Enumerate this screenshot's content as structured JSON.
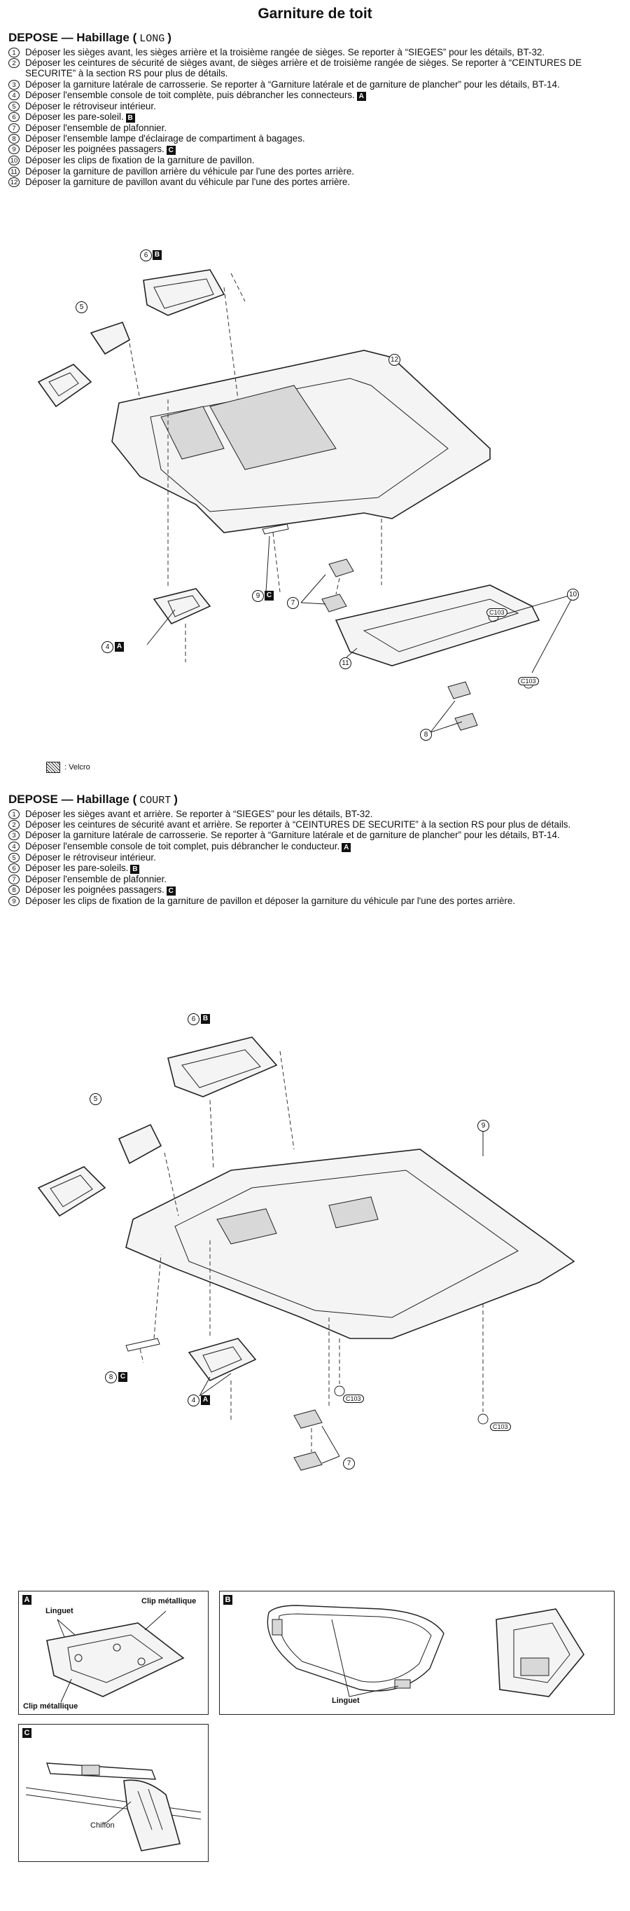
{
  "title": "Garniture de toit",
  "long": {
    "heading": "DEPOSE — Habillage (",
    "mode": "LONG",
    "heading_end": ")",
    "steps": [
      {
        "n": "1",
        "text": "Déposer les sièges avant, les sièges arrière et la troisième rangée de sièges. Se reporter à “SIEGES” pour les détails, BT-32.",
        "badge": ""
      },
      {
        "n": "2",
        "text": "Déposer les ceintures de sécurité de sièges avant, de sièges arrière et de troisième rangée de sièges. Se reporter à “CEINTURES DE SECURITE” à la section RS pour plus de détails.",
        "badge": ""
      },
      {
        "n": "3",
        "text": "Déposer la garniture latérale de carrosserie. Se reporter à “Garniture latérale et de garniture de plancher” pour les détails, BT-14.",
        "badge": ""
      },
      {
        "n": "4",
        "text": "Déposer l'ensemble console de toit complète, puis débrancher les connecteurs.",
        "badge": "A"
      },
      {
        "n": "5",
        "text": "Déposer le rétroviseur intérieur.",
        "badge": ""
      },
      {
        "n": "6",
        "text": "Déposer les pare-soleil.",
        "badge": "B"
      },
      {
        "n": "7",
        "text": "Déposer l'ensemble de plafonnier.",
        "badge": ""
      },
      {
        "n": "8",
        "text": "Déposer l'ensemble lampe d'éclairage de compartiment à bagages.",
        "badge": ""
      },
      {
        "n": "9",
        "text": "Déposer les poignées passagers.",
        "badge": "C"
      },
      {
        "n": "10",
        "text": "Déposer les clips de fixation de la garniture de pavillon.",
        "badge": ""
      },
      {
        "n": "11",
        "text": "Déposer la garniture de pavillon arrière du véhicule par l'une des portes arrière.",
        "badge": ""
      },
      {
        "n": "12",
        "text": "Déposer la garniture de pavillon avant du véhicule par l'une des portes arrière.",
        "badge": ""
      }
    ]
  },
  "court": {
    "heading": "DEPOSE — Habillage (",
    "mode": "COURT",
    "heading_end": ")",
    "steps": [
      {
        "n": "1",
        "text": "Déposer les sièges avant et arrière. Se reporter à “SIEGES” pour les détails, BT-32.",
        "badge": ""
      },
      {
        "n": "2",
        "text": "Déposer les ceintures de sécurité avant et arrière. Se reporter à “CEINTURES DE SECURITE” à la section RS pour plus de détails.",
        "badge": ""
      },
      {
        "n": "3",
        "text": "Déposer la garniture latérale de carrosserie. Se reporter à “Garniture latérale et de garniture de plancher” pour les détails, BT-14.",
        "badge": ""
      },
      {
        "n": "4",
        "text": "Déposer l'ensemble console de toit complet, puis débrancher le conducteur.",
        "badge": "A"
      },
      {
        "n": "5",
        "text": "Déposer le rétroviseur intérieur.",
        "badge": ""
      },
      {
        "n": "6",
        "text": "Déposer les pare-soleils.",
        "badge": "B"
      },
      {
        "n": "7",
        "text": "Déposer l'ensemble de plafonnier.",
        "badge": ""
      },
      {
        "n": "8",
        "text": "Déposer les poignées passagers.",
        "badge": "C"
      },
      {
        "n": "9",
        "text": "Déposer les clips de fixation de la garniture de pavillon et déposer la garniture du véhicule par l'une des portes arrière.",
        "badge": ""
      }
    ]
  },
  "figure1": {
    "callouts": {
      "c6": "6",
      "c6b": "B",
      "c5": "5",
      "c12": "12",
      "c9": "9",
      "c9b": "C",
      "c7": "7",
      "c10": "10",
      "c4": "4",
      "c4b": "A",
      "c11": "11",
      "c8": "8"
    },
    "clips": {
      "a": "C103",
      "b": "C103"
    }
  },
  "legend": {
    "label": ": Velcro"
  },
  "figure2": {
    "callouts": {
      "c6": "6",
      "c6b": "B",
      "c5": "5",
      "c9": "9",
      "c8": "8",
      "c8b": "C",
      "c4": "4",
      "c4b": "A",
      "c7": "7"
    },
    "clips": {
      "a": "C103",
      "b": "C103"
    }
  },
  "details": {
    "a": {
      "label": "A",
      "linguet": "Linguet",
      "clip_top": "Clip métallique",
      "clip_bottom": "Clip métallique"
    },
    "b": {
      "label": "B",
      "linguet": "Linguet"
    },
    "c": {
      "label": "C",
      "chiffon": "Chiffon"
    }
  }
}
